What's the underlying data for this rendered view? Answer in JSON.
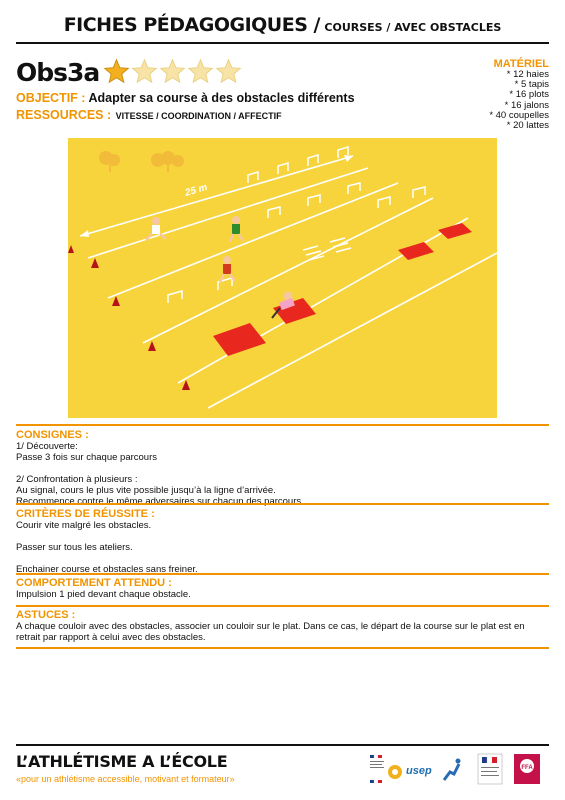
{
  "header": {
    "main": "FICHES PÉDAGOGIQUES /",
    "sub": "COURSES / AVEC OBSTACLES"
  },
  "sheet": {
    "code": "Obs3a",
    "difficulty": {
      "filled": 1,
      "total": 5
    },
    "objective_label": "OBJECTIF :",
    "objective": "Adapter sa course à des obstacles différents",
    "resources_label": "RESSOURCES :",
    "resources": "VITESSE / COORDINATION / AFFECTIF"
  },
  "materiel": {
    "title": "MATÉRIEL",
    "items": [
      "* 12 haies",
      "* 5 tapis",
      "* 16 plots",
      "* 16 jalons",
      "* 40 coupelles",
      "* 20 lattes"
    ]
  },
  "illustration": {
    "distance_label": "25 m"
  },
  "sections": {
    "consignes": {
      "title": "CONSIGNES :",
      "lines": [
        "1/ Découverte:",
        "Passe 3 fois sur chaque parcours",
        "",
        "2/ Confrontation à plusieurs :",
        "Au signal, cours le plus vite possible jusqu’à la ligne d’arrivée.",
        "Recommence contre le même adversaires sur chacun des parcours."
      ]
    },
    "criteres": {
      "title": "CRITÈRES DE RÉUSSITE :",
      "lines": [
        "Courir vite malgré les obstacles.",
        "",
        "Passer sur tous les ateliers.",
        "",
        "Enchainer course et obstacles sans freiner."
      ]
    },
    "comportement": {
      "title": "COMPORTEMENT ATTENDU :",
      "lines": [
        "Impulsion 1 pied devant chaque obstacle."
      ]
    },
    "astuces": {
      "title": "ASTUCES :",
      "lines": [
        "A chaque couloir avec des obstacles, associer un couloir sur le plat. Dans ce cas, le départ de la course sur le plat est en retrait par rapport à celui avec des obstacles."
      ]
    }
  },
  "footer": {
    "title": "L’ATHLÉTISME A L’ÉCOLE",
    "subtitle": "«pour un athlétisme accessible, motivant et formateur»",
    "usep": "usep",
    "ffa": "FFA"
  },
  "colors": {
    "accent": "#f29400",
    "field": "#f7d43c",
    "mat": "#e8281e",
    "star": "#f2b01e"
  }
}
